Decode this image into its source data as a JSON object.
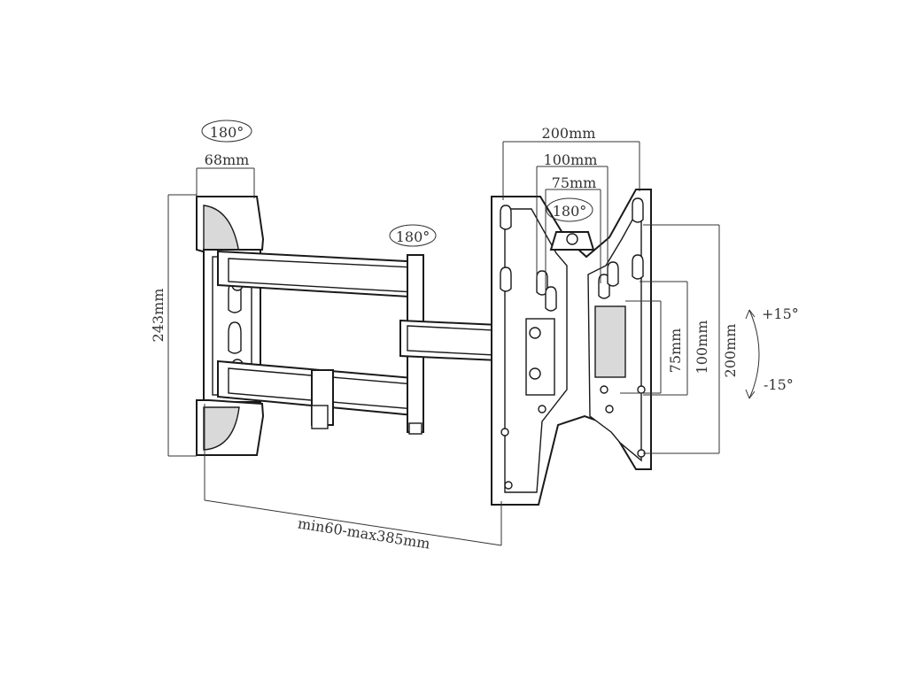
{
  "labels": {
    "rotate_wall": "180°",
    "rotate_elbow": "180°",
    "rotate_plate": "180°",
    "width_wallplate": "68mm",
    "height_wallplate": "243mm",
    "extension": "min60-max385mm",
    "vesa_h_200": "200mm",
    "vesa_h_100": "100mm",
    "vesa_h_75": "75mm",
    "vesa_v_75": "75mm",
    "vesa_v_100": "100mm",
    "vesa_v_200": "200mm",
    "tilt_up": "+15°",
    "tilt_down": "-15°"
  },
  "colors": {
    "line": "#1a1a1a",
    "text": "#333333",
    "shade": "#d9d9d9"
  }
}
